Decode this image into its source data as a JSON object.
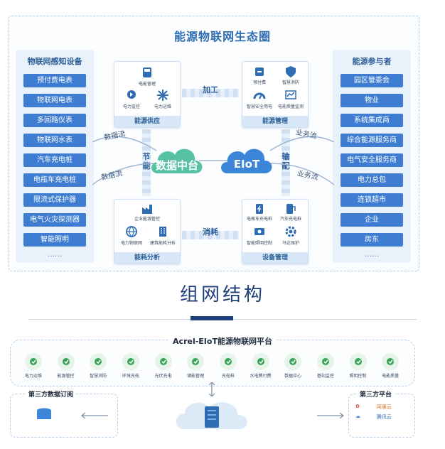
{
  "eco_title": "能源物联网生态圈",
  "left_panel": {
    "title": "物联网感知设备",
    "items": [
      "预付费电表",
      "物联网电表",
      "多回路仪表",
      "物联网水表",
      "汽车充电桩",
      "电瓶车充电桩",
      "限流式保护器",
      "电气火灾探测器",
      "智能照明"
    ],
    "more": "……"
  },
  "right_panel": {
    "title": "能源参与者",
    "items": [
      "园区管委会",
      "物业",
      "系统集成商",
      "综合能源服务商",
      "电气安全服务商",
      "电力总包",
      "连锁超市",
      "企业",
      "房东"
    ],
    "more": "……"
  },
  "cards": {
    "supply": {
      "title": "能源供应",
      "icons": [
        "电能管理",
        "电力监控",
        "电力运维"
      ]
    },
    "mgmt": {
      "title": "能源管理",
      "icons": [
        "预付费",
        "智慧消防",
        "智慧安全用电",
        "电能质量监测"
      ]
    },
    "analysis": {
      "title": "能耗分析",
      "icons": [
        "企业能源管控",
        "电力物联网",
        "建筑能耗分析"
      ]
    },
    "device": {
      "title": "设备管理",
      "icons": [
        "电瓶车充电桩",
        "汽车充电桩",
        "智能照明控制",
        "马达保护"
      ]
    }
  },
  "links": {
    "top": "加工",
    "bottom": "消耗",
    "left_v": "节能",
    "right_v": "输配",
    "left_flow_top": "数据流",
    "left_flow_bottom": "数据流",
    "right_flow_top": "业务流",
    "right_flow_bottom": "业务流"
  },
  "clouds": {
    "left": "数据中台",
    "right": "EIoT"
  },
  "section_title": "组网结构",
  "platform": {
    "title": "Acrel-EIoT能源物联网平台",
    "items": [
      {
        "label": "电力运维",
        "color": "#3aa35a"
      },
      {
        "label": "能源管控",
        "color": "#3aa35a"
      },
      {
        "label": "智慧消防",
        "color": "#3aa35a"
      },
      {
        "label": "环境充电",
        "color": "#3aa35a"
      },
      {
        "label": "光伏充电",
        "color": "#3aa35a"
      },
      {
        "label": "储能管理",
        "color": "#3aa35a"
      },
      {
        "label": "充电桩",
        "color": "#3aa35a"
      },
      {
        "label": "水电费付费",
        "color": "#3aa35a"
      },
      {
        "label": "数据中心",
        "color": "#3aa35a"
      },
      {
        "label": "基站监控",
        "color": "#3aa35a"
      },
      {
        "label": "照明控制",
        "color": "#3aa35a"
      },
      {
        "label": "电能质量",
        "color": "#3aa35a"
      }
    ]
  },
  "bottom": {
    "left_title": "第三方数据订阅",
    "right_title": "第三方平台",
    "right_item_1": "阿里云",
    "right_item_2": "腾讯云"
  }
}
